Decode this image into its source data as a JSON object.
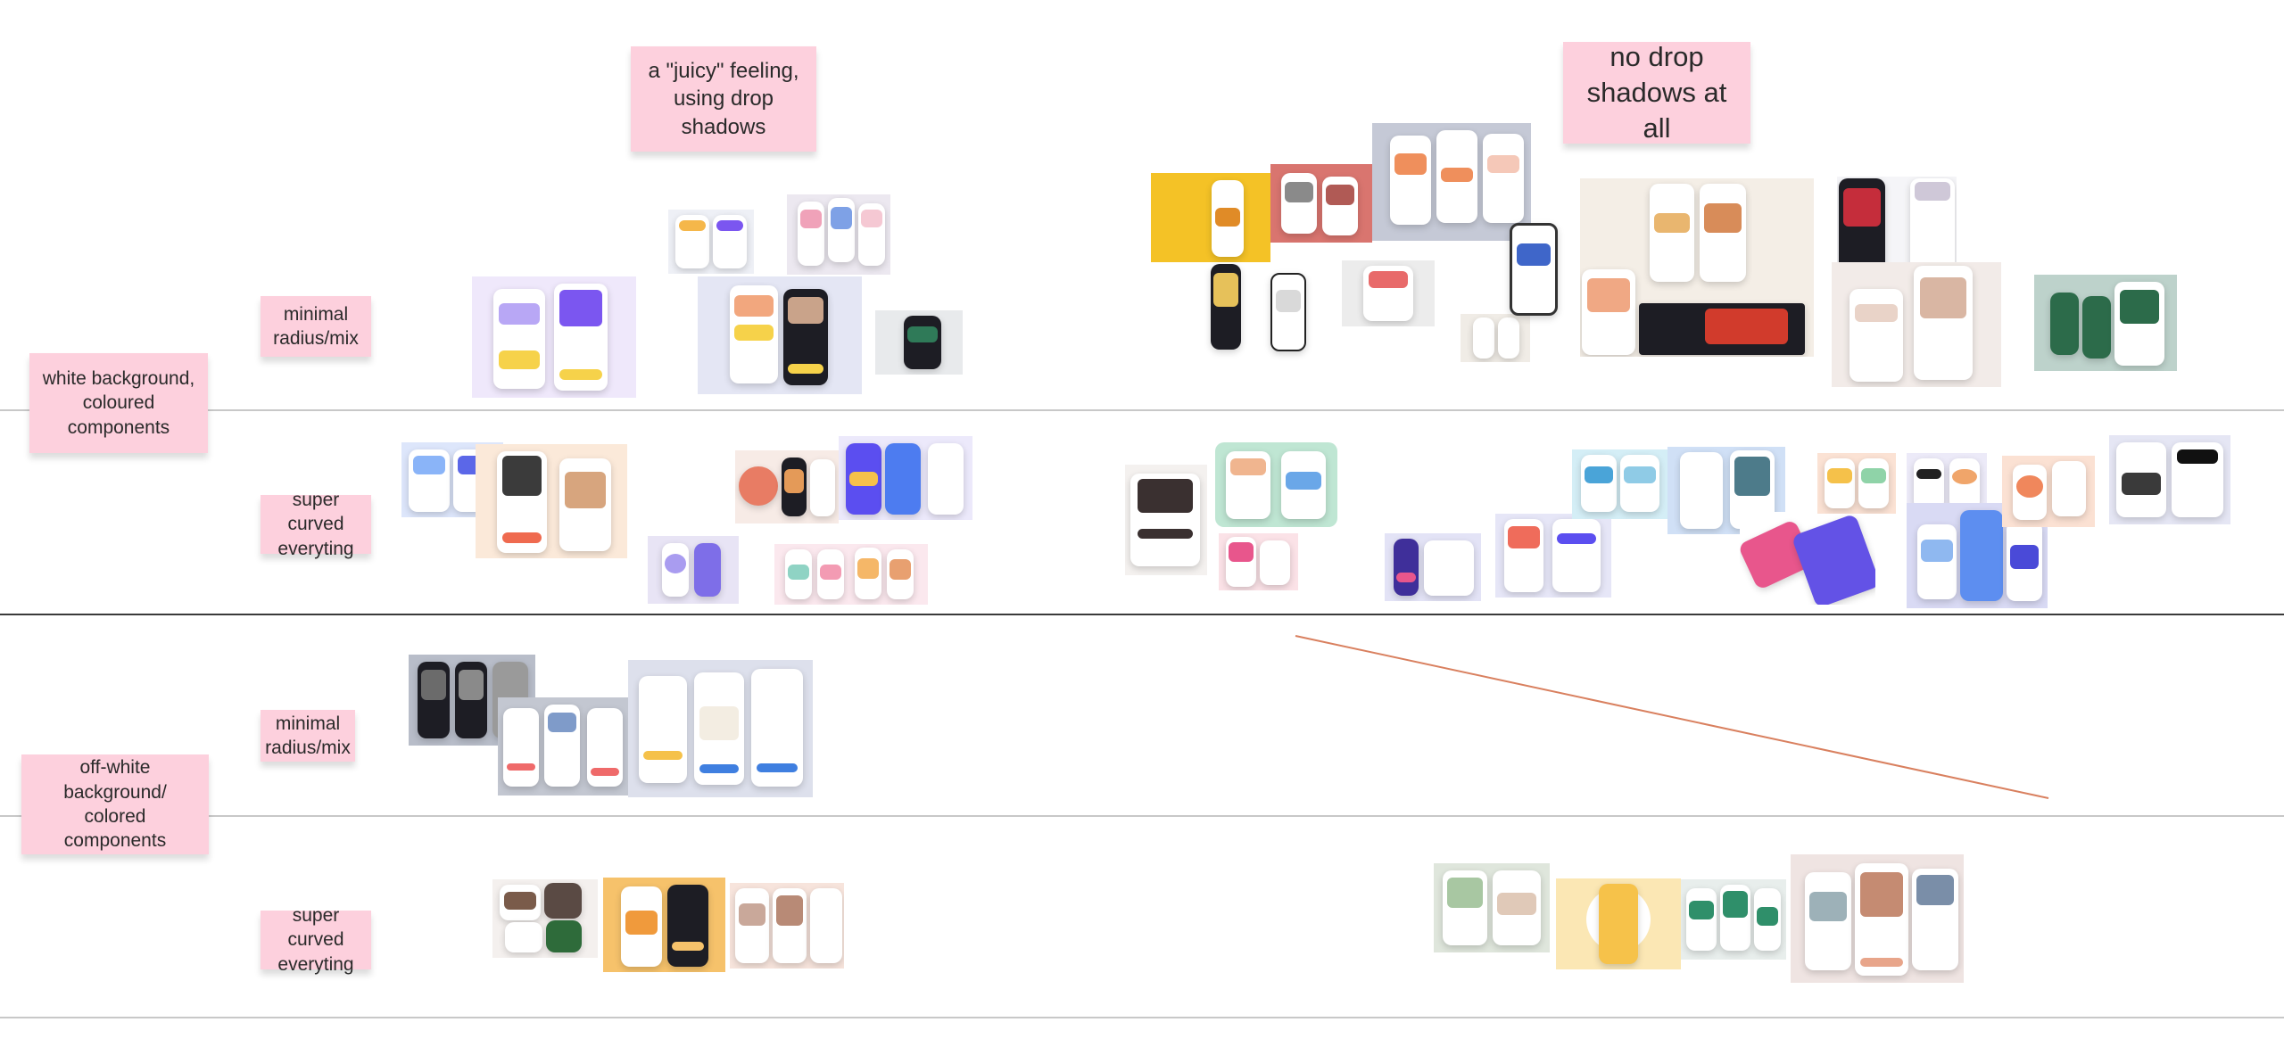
{
  "board": {
    "column_headers": {
      "juicy": "a \"juicy\" feeling,\nusing drop\nshadows",
      "no_shadows": "no drop\nshadows at all"
    },
    "row_groups": [
      {
        "label": "white background,\ncoloured\ncomponents",
        "rows": [
          {
            "label": "minimal\nradius/mix"
          },
          {
            "label": "super curved\neveryting"
          }
        ]
      },
      {
        "label": "off-white\nbackground/  colored\ncomponents",
        "rows": [
          {
            "label": "minimal\nradius/mix"
          },
          {
            "label": "super curved\neveryting"
          }
        ]
      }
    ]
  },
  "colors": {
    "sticky_note": "#fdd0dd",
    "row_divider": "#c8c8c8",
    "group_divider": "#222222",
    "connector_line": "#d9805f"
  },
  "icons": [
    "phone-mockup-thumbnail"
  ]
}
